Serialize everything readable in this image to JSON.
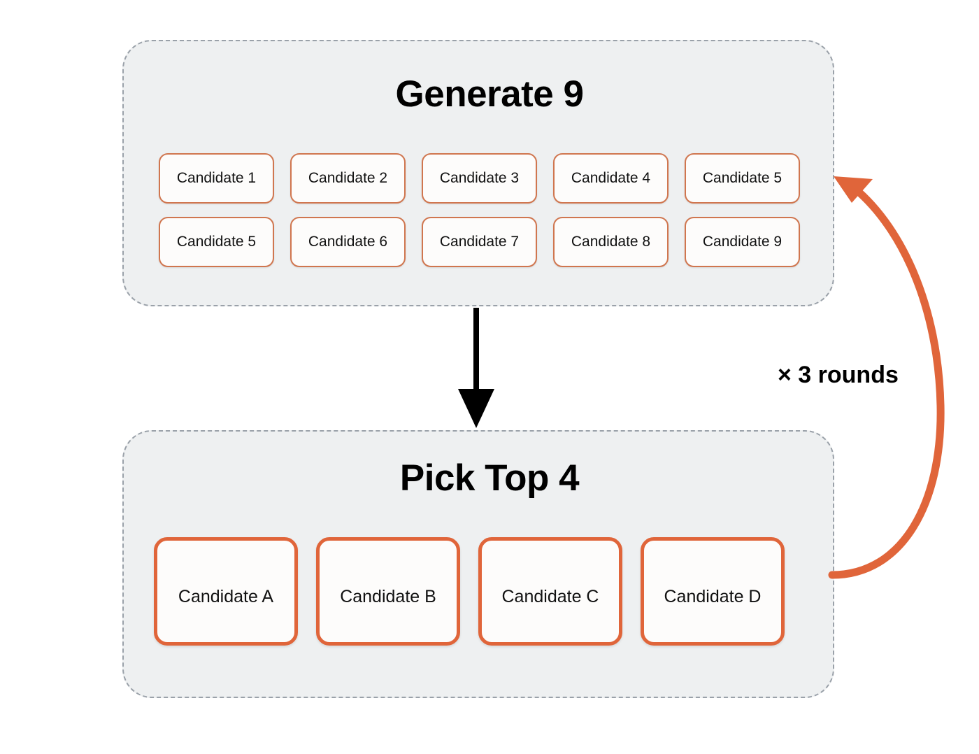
{
  "diagram": {
    "background_color": "#ffffff",
    "panel_fill": "#eef0f1",
    "panel_border_color": "#9aa1a9",
    "accent_orange": "#e0653a",
    "chip_border_light": "#d0764f",
    "flow_arrow_color": "#000000"
  },
  "generate_panel": {
    "title": "Generate 9",
    "candidates": [
      "Candidate 1",
      "Candidate 2",
      "Candidate 3",
      "Candidate 4",
      "Candidate 5",
      "Candidate 5",
      "Candidate 6",
      "Candidate 7",
      "Candidate 8",
      "Candidate 9"
    ]
  },
  "pick_panel": {
    "title": "Pick Top 4",
    "candidates": [
      "Candidate A",
      "Candidate B",
      "Candidate C",
      "Candidate D"
    ]
  },
  "loop": {
    "label": "× 3 rounds",
    "arrow_name": "loop-back-arrow"
  },
  "flow": {
    "arrow_name": "down-arrow-generate-to-pick"
  }
}
